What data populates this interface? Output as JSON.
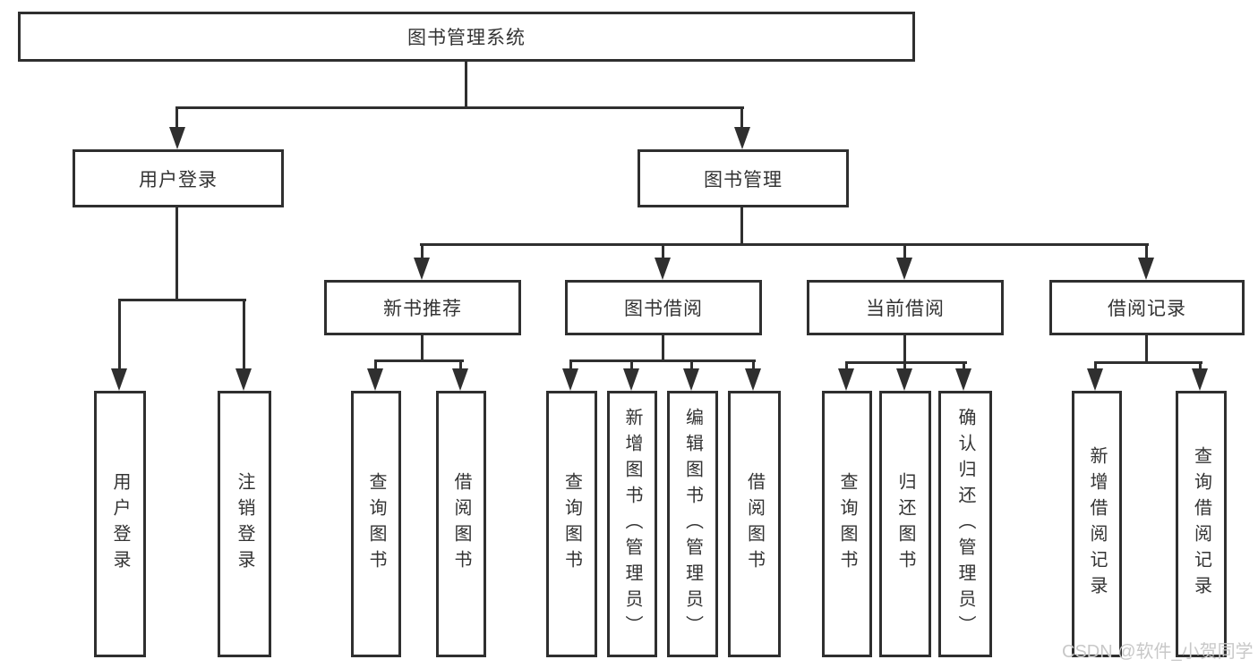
{
  "tree": {
    "root": "图书管理系统",
    "user_login": {
      "label": "用户登录",
      "children": [
        "用户登录",
        "注销登录"
      ]
    },
    "book_management": {
      "label": "图书管理",
      "children": [
        {
          "label": "新书推荐",
          "children": [
            "查询图书",
            "借阅图书"
          ]
        },
        {
          "label": "图书借阅",
          "children": [
            "查询图书",
            "新增图书（管理员）",
            "编辑图书（管理员）",
            "借阅图书"
          ]
        },
        {
          "label": "当前借阅",
          "children": [
            "查询图书",
            "归还图书",
            "确认归还（管理员）"
          ]
        },
        {
          "label": "借阅记录",
          "children": [
            "新增借阅记录",
            "查询借阅记录"
          ]
        }
      ]
    }
  },
  "watermark": "CSDN @软件_小贺同学",
  "colors": {
    "line": "#2f2f2f",
    "text": "#333333",
    "watermark": "#c8c8c8",
    "background": "#ffffff"
  }
}
